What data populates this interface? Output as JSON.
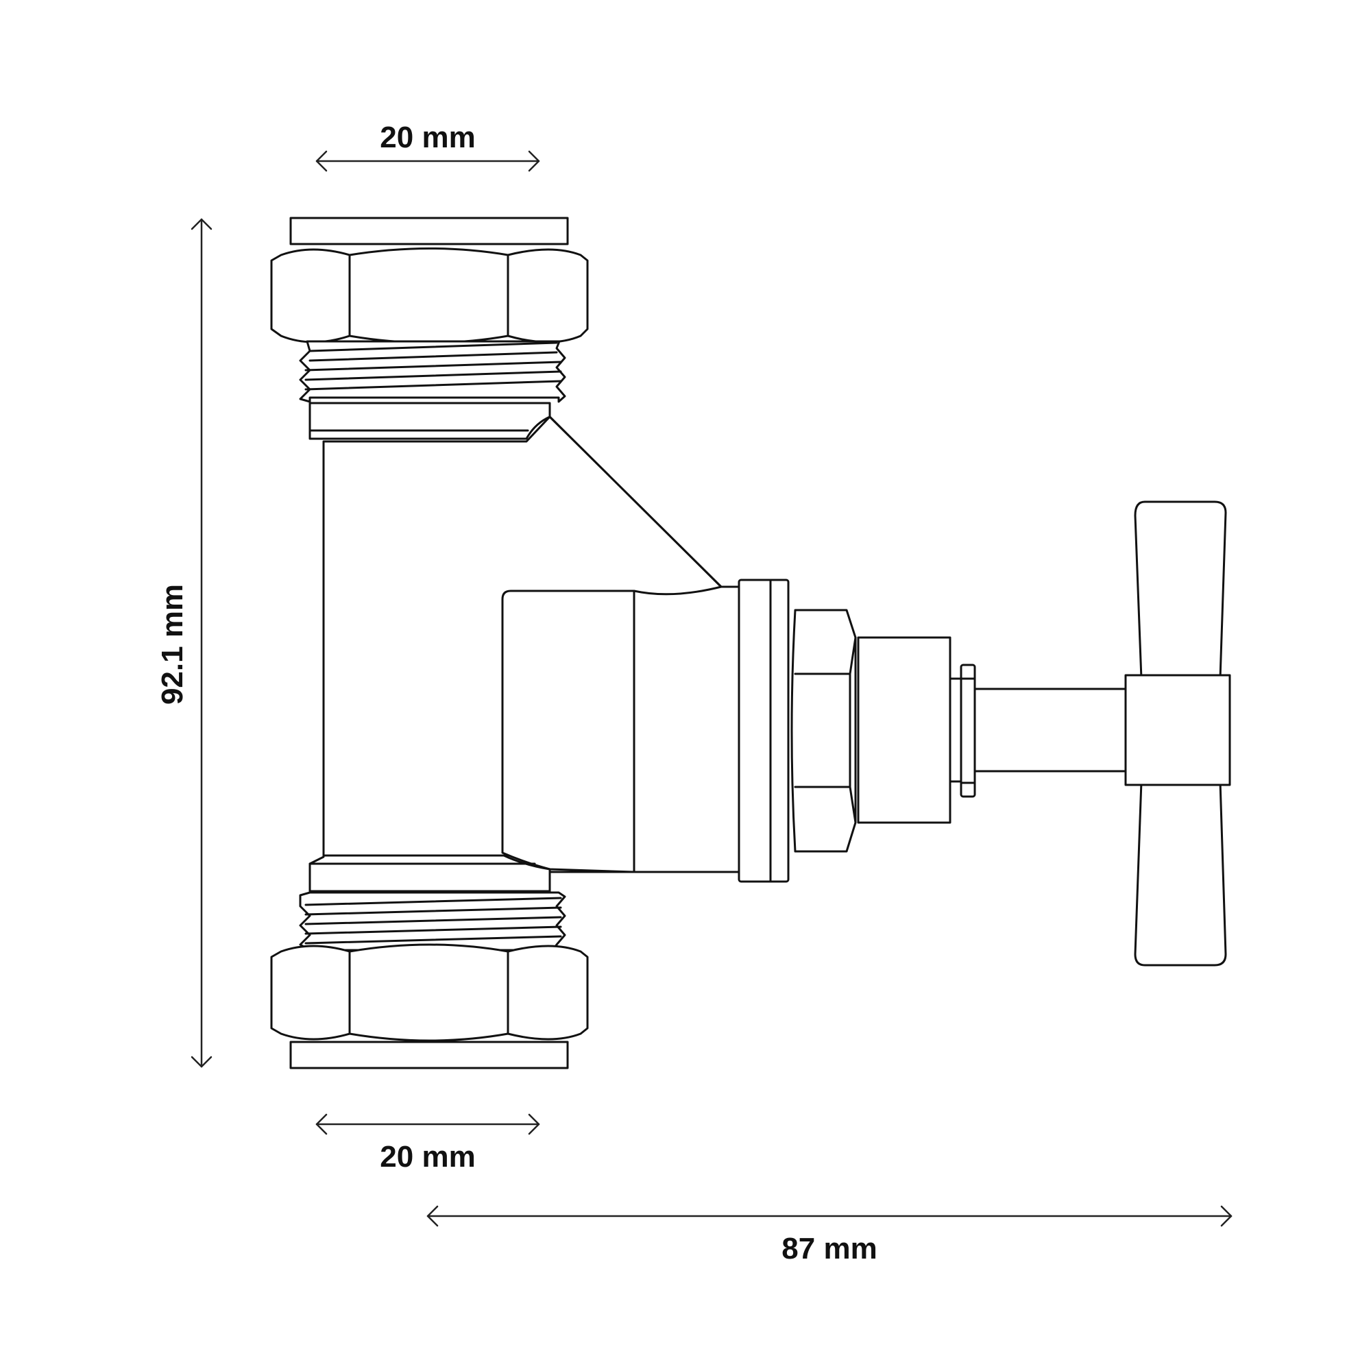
{
  "dimensions": {
    "top_width": "20 mm",
    "bottom_width": "20 mm",
    "overall_height": "92.1 mm",
    "overall_depth": "87 mm"
  },
  "colors": {
    "line": "#111111",
    "background": "#ffffff"
  }
}
